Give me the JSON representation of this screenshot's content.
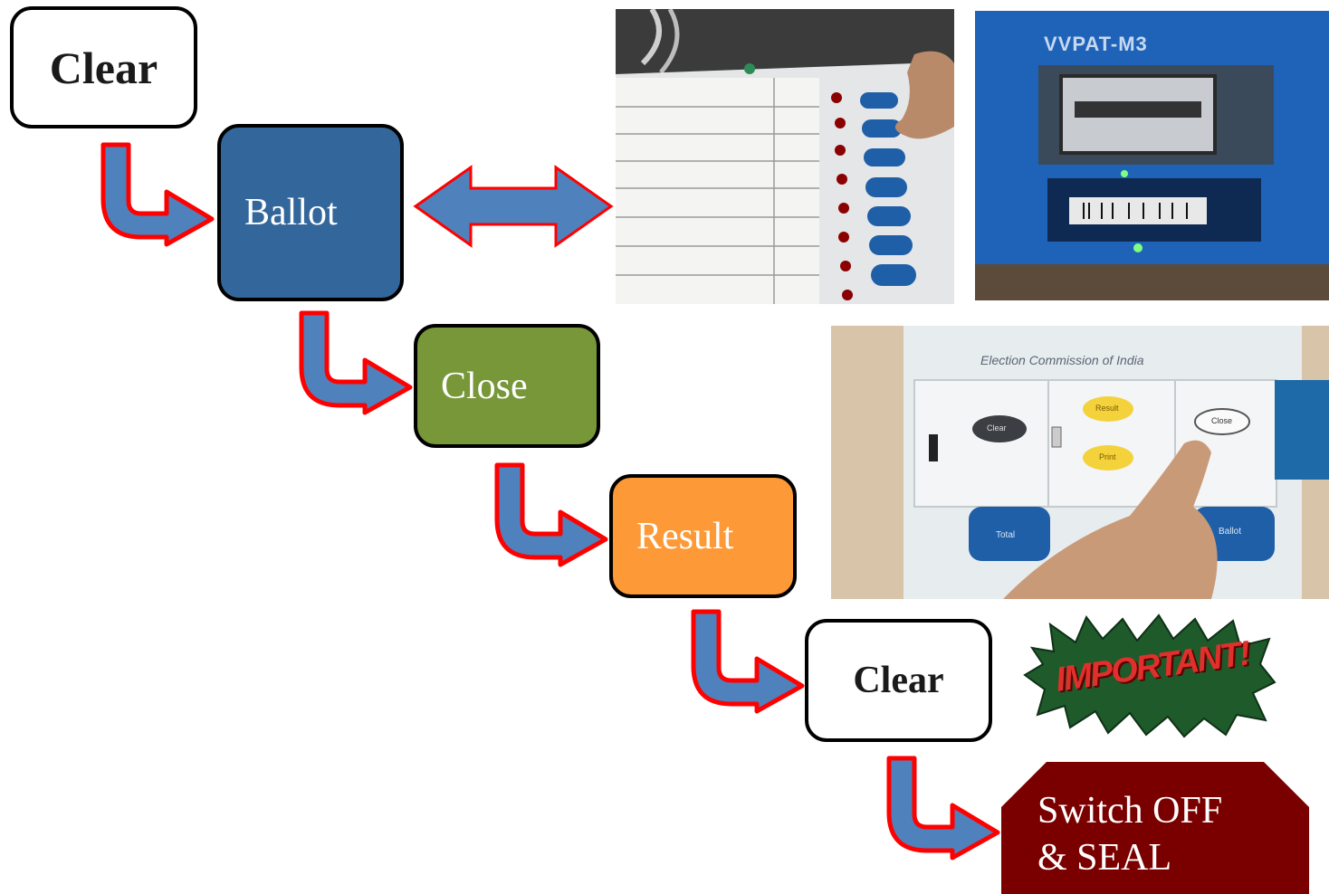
{
  "steps": {
    "clear_1": "Clear",
    "ballot": "Ballot",
    "close": "Close",
    "result": "Result",
    "clear_2": "Clear",
    "switch_off_line1": "Switch OFF",
    "switch_off_line2": "& SEAL"
  },
  "photos": {
    "vvpat_label": "VVPAT-M3",
    "control_unit_label": "Election Commission of India",
    "cu_clear": "Clear",
    "cu_result": "Result",
    "cu_print": "Print",
    "cu_total": "Total",
    "cu_ballot": "Ballot",
    "cu_close": "Close",
    "important": "IMPORTANT!"
  },
  "colors": {
    "ballot": "#33669a",
    "close": "#779739",
    "result": "#fd9936",
    "switch_off": "#7a0000",
    "arrow_fill": "#4f81bd",
    "arrow_stroke": "#ff0000"
  }
}
